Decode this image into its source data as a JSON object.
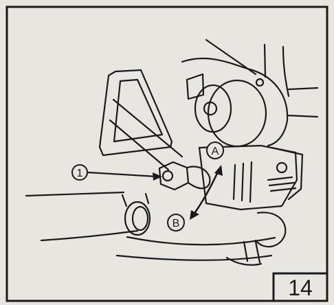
{
  "callouts": {
    "part_one": "1",
    "direction_a": "A",
    "direction_b": "B"
  },
  "figure_number": "14",
  "colors": {
    "paper": "#e8e6e1",
    "ink": "#1a1a1a"
  }
}
